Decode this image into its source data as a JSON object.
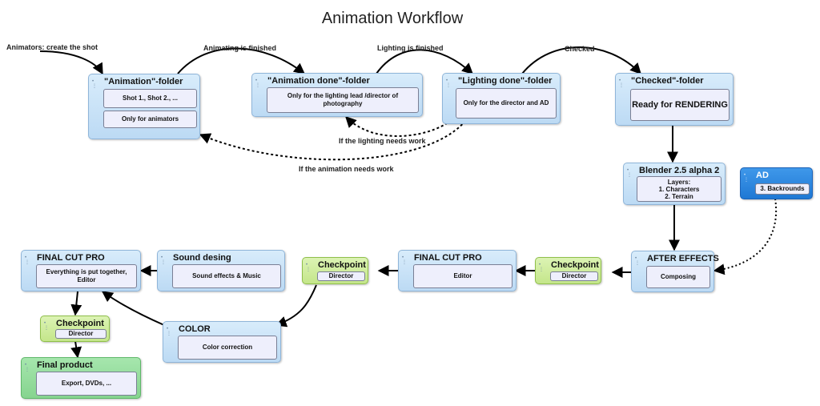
{
  "title": "Animation Workflow",
  "labels": {
    "create": "Animators: create the shot",
    "animating_finished": "Animating is finished",
    "lighting_finished": "Lighting is finished",
    "checked": "Checked",
    "lighting_rework": "If the lighting needs work",
    "animation_rework": "If the animation needs work"
  },
  "nodes": {
    "animation_folder": {
      "title": "\"Animation\"-folder",
      "items": [
        "Shot 1., Shot 2., ...",
        "Only for animators"
      ]
    },
    "animation_done": {
      "title": "\"Animation done\"-folder",
      "items": [
        "Only for the lighting lead /director of photography"
      ]
    },
    "lighting_done": {
      "title": "\"Lighting done\"-folder",
      "items": [
        "Only for the director and AD"
      ]
    },
    "checked_folder": {
      "title": "\"Checked\"-folder",
      "items": [
        "Ready for RENDERING"
      ]
    },
    "blender": {
      "title": "Blender 2.5 alpha 2",
      "items": [
        "Layers:",
        "1. Characters",
        "2. Terrain"
      ]
    },
    "ad": {
      "title": "AD",
      "items": [
        "3. Backrounds"
      ]
    },
    "after_effects": {
      "title": "AFTER EFFECTS",
      "items": [
        "Composing"
      ]
    },
    "checkpoint_right": {
      "title": "Checkpoint",
      "items": [
        "Director"
      ]
    },
    "fcp_right": {
      "title": "FINAL CUT PRO",
      "items": [
        "Editor"
      ]
    },
    "checkpoint_mid": {
      "title": "Checkpoint",
      "items": [
        "Director"
      ]
    },
    "sound": {
      "title": "Sound desing",
      "items": [
        "Sound effects & Music"
      ]
    },
    "fcp_left": {
      "title": "FINAL CUT PRO",
      "items": [
        "Everything is put together, Editor"
      ]
    },
    "color": {
      "title": "COLOR",
      "items": [
        "Color correction"
      ]
    },
    "checkpoint_left": {
      "title": "Checkpoint",
      "items": [
        "Director"
      ]
    },
    "final_product": {
      "title": "Final product",
      "items": [
        "Export, DVDs, ..."
      ]
    }
  },
  "colors": {
    "blue_node": "#c6e2f8",
    "green_node": "#cdeb9c",
    "final_node": "#92d99a",
    "ad_node": "#2a82de",
    "arrow": "#000000"
  }
}
